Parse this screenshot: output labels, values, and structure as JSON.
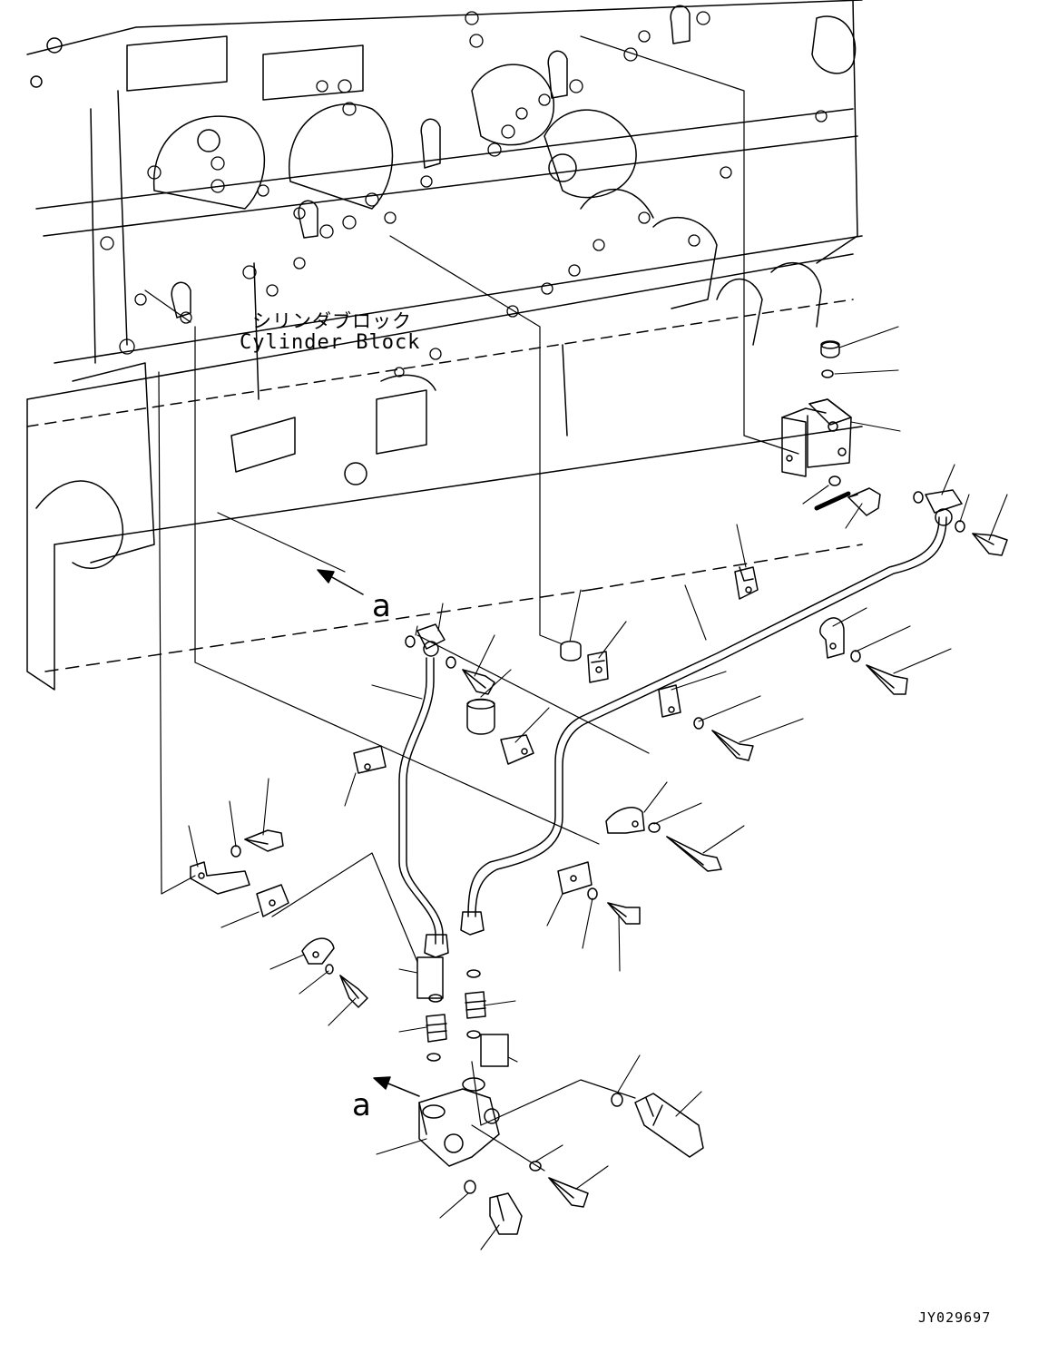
{
  "labels": {
    "block_jp": "シリンダブロック",
    "block_en": "Cylinder Block",
    "view_ref_1": "a",
    "view_ref_2": "a",
    "drawing_code": "JY029697"
  },
  "colors": {
    "line": "#000000",
    "background": "#ffffff"
  }
}
